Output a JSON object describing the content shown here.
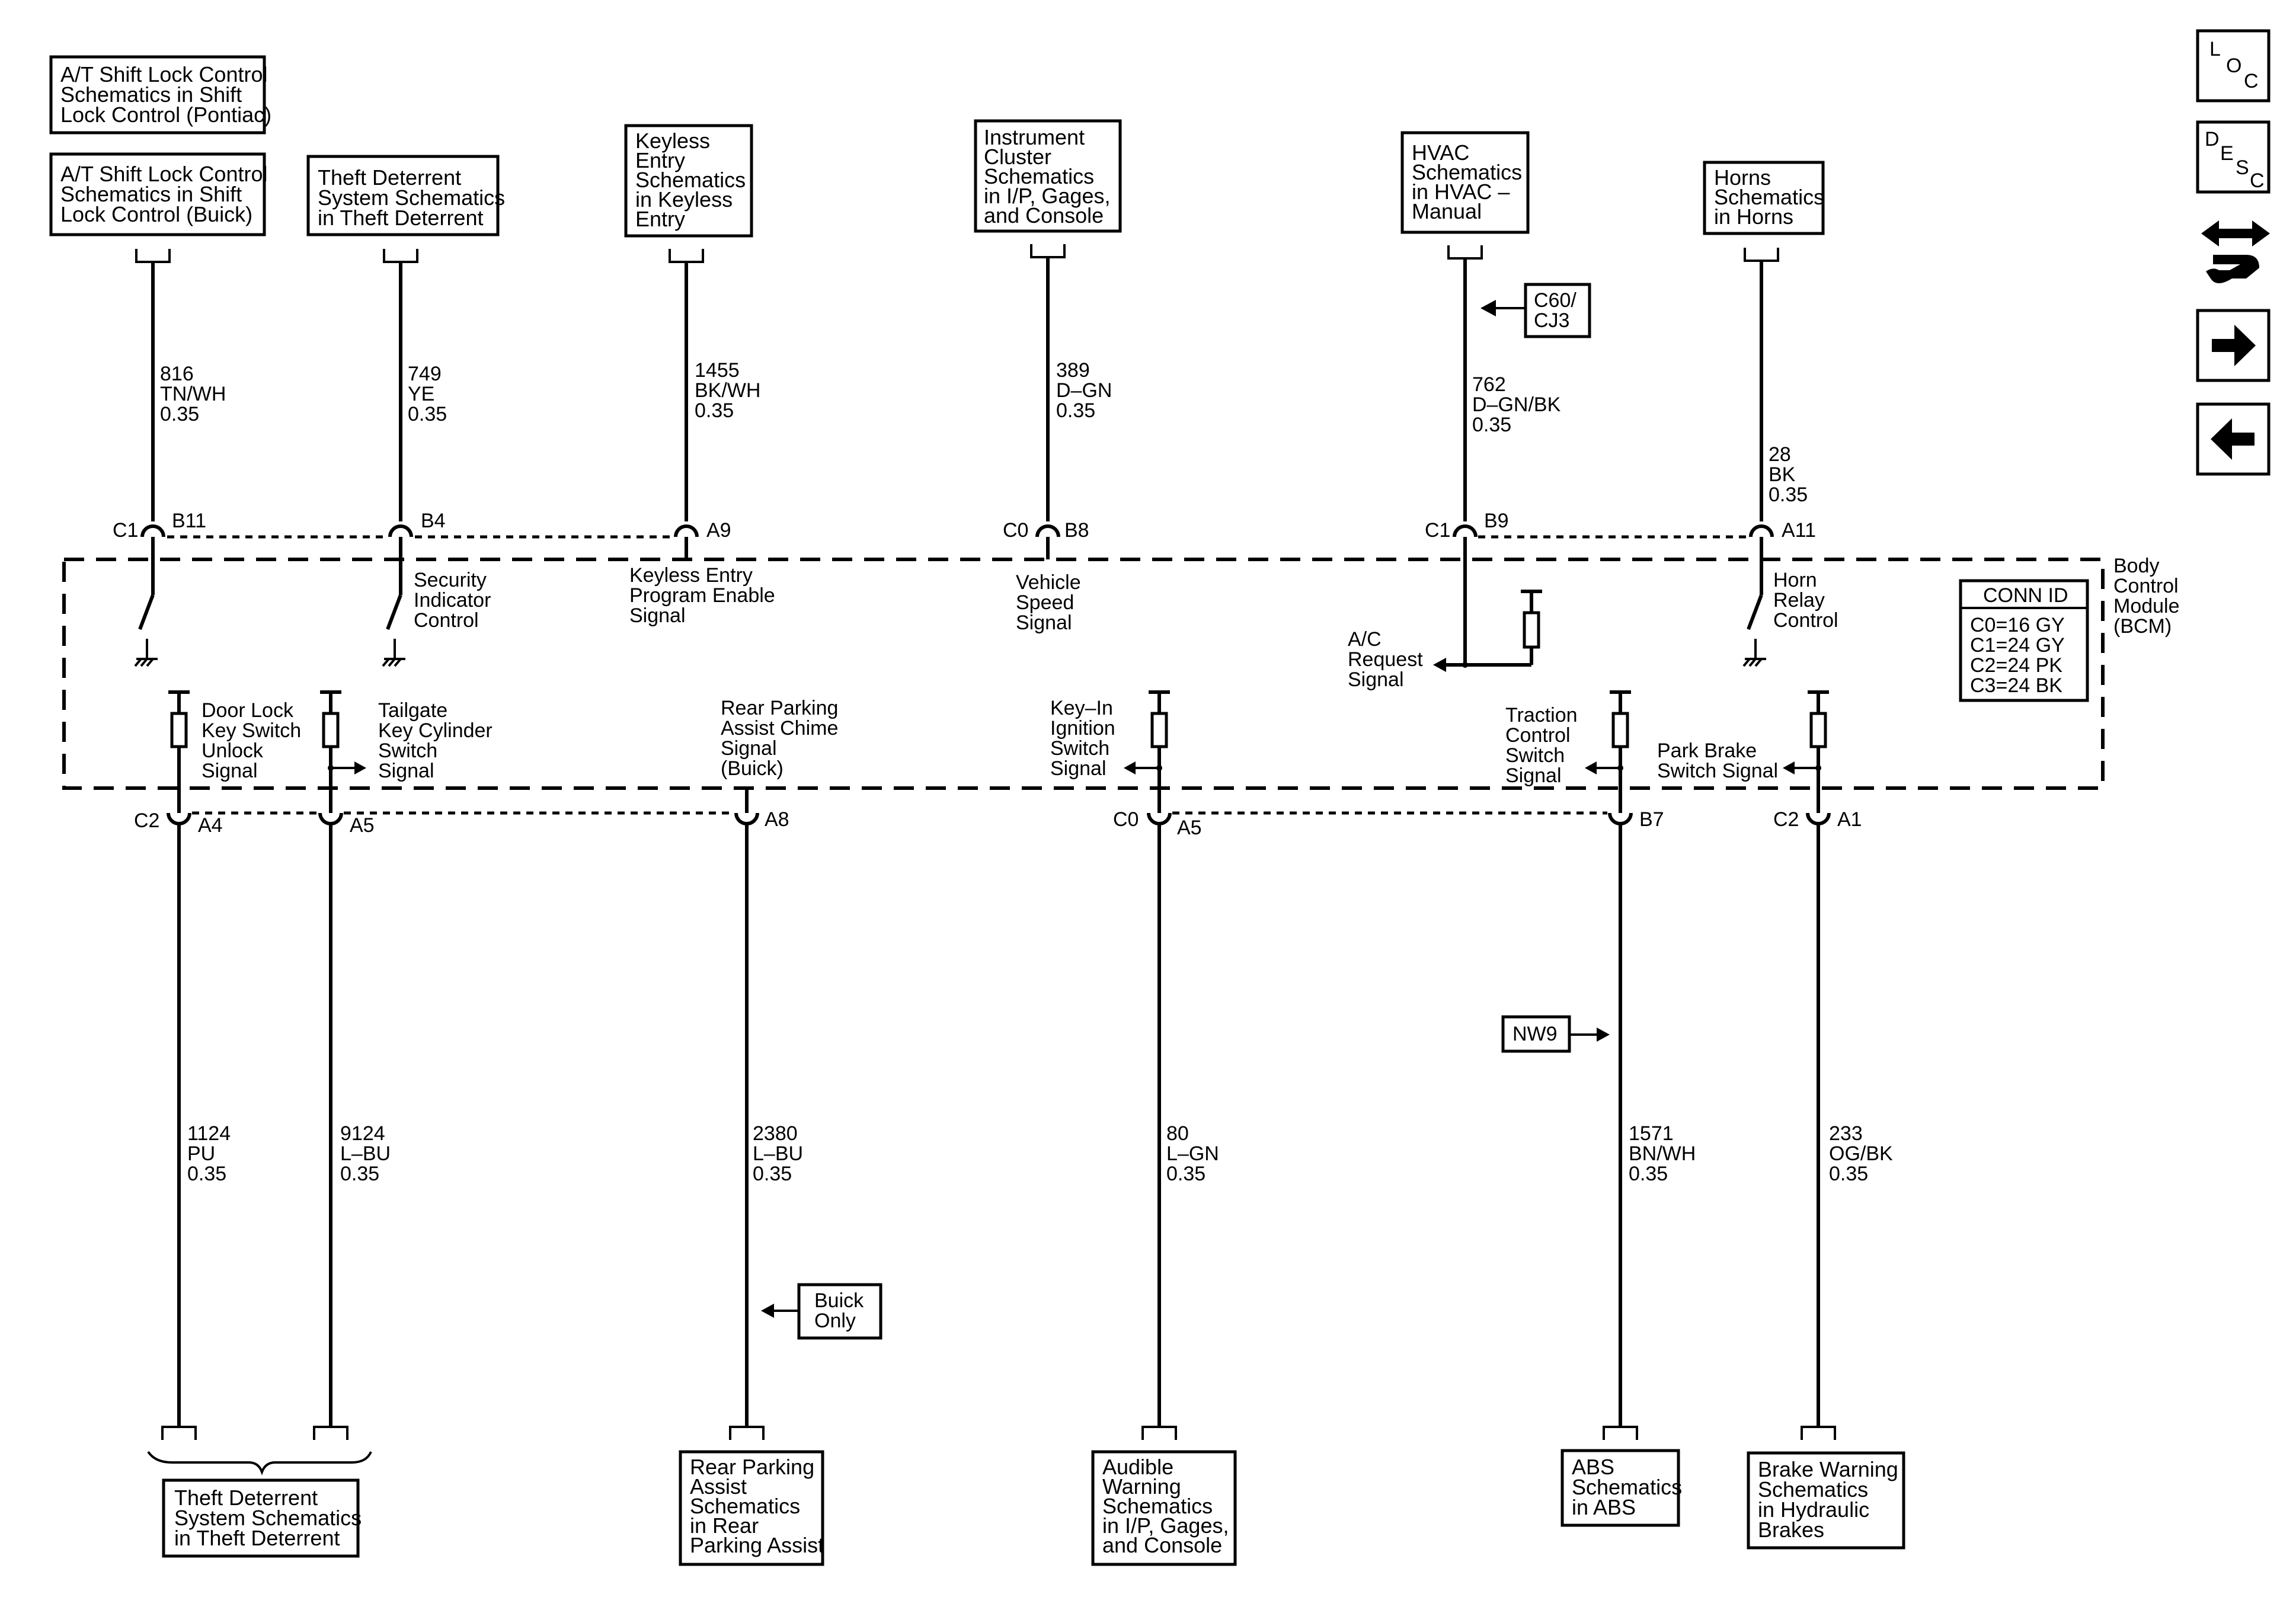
{
  "colors": {
    "ink": "#000000",
    "paper": "#ffffff"
  },
  "top_boxes": {
    "shift_lock_pontiac": [
      "A/T Shift Lock Control",
      "Schematics in Shift",
      "Lock Control (Pontiac)"
    ],
    "shift_lock_buick": [
      "A/T Shift Lock Control",
      "Schematics in Shift",
      "Lock Control (Buick)"
    ],
    "theft_deterrent": [
      "Theft Deterrent",
      "System Schematics",
      "in Theft Deterrent"
    ],
    "keyless_entry": [
      "Keyless",
      "Entry",
      "Schematics",
      "in Keyless",
      "Entry"
    ],
    "instrument_cluster": [
      "Instrument",
      "Cluster",
      "Schematics",
      "in I/P, Gages,",
      "and Console"
    ],
    "hvac": [
      "HVAC",
      "Schematics",
      "in HVAC –",
      "Manual"
    ],
    "horns": [
      "Horns",
      "Schematics",
      "in Horns"
    ]
  },
  "top_wires": {
    "w816": [
      "816",
      "TN/WH",
      "0.35"
    ],
    "w749": [
      "749",
      "YE",
      "0.35"
    ],
    "w1455": [
      "1455",
      "BK/WH",
      "0.35"
    ],
    "w389": [
      "389",
      "D–GN",
      "0.35"
    ],
    "w762": [
      "762",
      "D–GN/BK",
      "0.35"
    ],
    "w28": [
      "28",
      "BK",
      "0.35"
    ]
  },
  "top_pins": {
    "c1_left": "C1",
    "b11": "B11",
    "b4": "B4",
    "a9": "A9",
    "c0_top": "C0",
    "b8": "B8",
    "c1_right": "C1",
    "b9": "B9",
    "a11": "A11"
  },
  "option_c60": [
    "C60/",
    "CJ3"
  ],
  "module": {
    "name": [
      "Body",
      "Control",
      "Module",
      "(BCM)"
    ]
  },
  "conn_id": {
    "title": "CONN ID",
    "rows": [
      "C0=16 GY",
      "C1=24 GY",
      "C2=24 PK",
      "C3=24 BK"
    ]
  },
  "internal": {
    "security": [
      "Security",
      "Indicator",
      "Control"
    ],
    "keyless_program": [
      "Keyless Entry",
      "Program Enable",
      "Signal"
    ],
    "vehicle_speed": [
      "Vehicle",
      "Speed",
      "Signal"
    ],
    "ac_request": [
      "A/C",
      "Request",
      "Signal"
    ],
    "horn_relay": [
      "Horn",
      "Relay",
      "Control"
    ],
    "door_lock": [
      "Door Lock",
      "Key Switch",
      "Unlock",
      "Signal"
    ],
    "tailgate": [
      "Tailgate",
      "Key Cylinder",
      "Switch",
      "Signal"
    ],
    "rear_parking": [
      "Rear Parking",
      "Assist  Chime",
      "Signal",
      "(Buick)"
    ],
    "key_in": [
      "Key–In",
      "Ignition",
      "Switch",
      "Signal"
    ],
    "traction": [
      "Traction",
      "Control",
      "Switch",
      "Signal"
    ],
    "park_brake": [
      "Park Brake",
      "Switch Signal"
    ]
  },
  "bottom_pins": {
    "c2_left": "C2",
    "a4": "A4",
    "a5_left": "A5",
    "a8": "A8",
    "c0_bottom": "C0",
    "a5_right": "A5",
    "b7": "B7",
    "c2_right": "C2",
    "a1": "A1"
  },
  "bottom_wires": {
    "w1124": [
      "1124",
      "PU",
      "0.35"
    ],
    "w9124": [
      "9124",
      "L–BU",
      "0.35"
    ],
    "w2380": [
      "2380",
      "L–BU",
      "0.35"
    ],
    "w80": [
      "80",
      "L–GN",
      "0.35"
    ],
    "w1571": [
      "1571",
      "BN/WH",
      "0.35"
    ],
    "w233": [
      "233",
      "OG/BK",
      "0.35"
    ]
  },
  "option_nw9": "NW9",
  "option_buick": [
    "Buick",
    "Only"
  ],
  "bottom_boxes": {
    "theft_deterrent": [
      "Theft Deterrent",
      "System Schematics",
      "in Theft Deterrent"
    ],
    "rear_parking": [
      "Rear Parking",
      "Assist",
      "Schematics",
      "in Rear",
      "Parking Assist"
    ],
    "audible_warning": [
      "Audible",
      "Warning",
      "Schematics",
      "in I/P, Gages,",
      "and Console"
    ],
    "abs": [
      "ABS",
      "Schematics",
      "in ABS"
    ],
    "brake_warning": [
      "Brake Warning",
      "Schematics",
      "in Hydraulic",
      "Brakes"
    ]
  },
  "nav": {
    "loc": [
      "L",
      "O",
      "C"
    ],
    "desc": [
      "D",
      "E",
      "S",
      "C"
    ],
    "icons": [
      "wrench-arrows-icon",
      "arrow-right-icon",
      "arrow-left-icon"
    ]
  }
}
